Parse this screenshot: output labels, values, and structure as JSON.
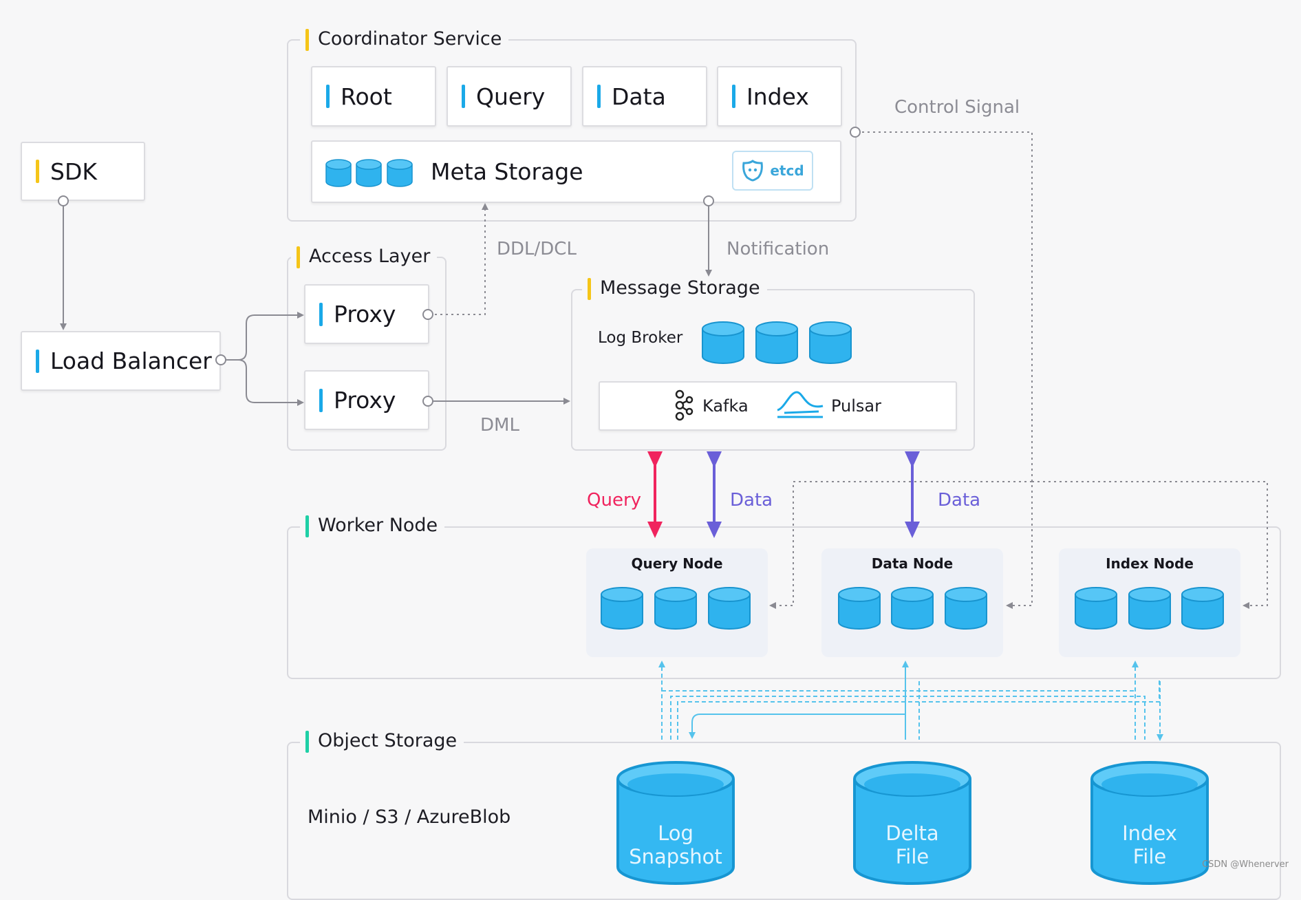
{
  "coordinator": {
    "title": "Coordinator Service",
    "components": [
      "Root",
      "Query",
      "Data",
      "Index"
    ],
    "meta_storage": "Meta Storage",
    "etcd_badge": "etcd"
  },
  "sdk": {
    "label": "SDK"
  },
  "load_balancer": {
    "label": "Load Balancer"
  },
  "access_layer": {
    "title": "Access Layer",
    "proxies": [
      "Proxy",
      "Proxy"
    ]
  },
  "message_storage": {
    "title": "Message Storage",
    "log_broker": "Log Broker",
    "brokers": [
      "Kafka",
      "Pulsar"
    ]
  },
  "edges": {
    "ddl_dcl": "DDL/DCL",
    "notification": "Notification",
    "dml": "DML",
    "control_signal": "Control Signal",
    "query": "Query",
    "data_1": "Data",
    "data_2": "Data"
  },
  "worker_node": {
    "title": "Worker Node",
    "nodes": [
      "Query Node",
      "Data Node",
      "Index Node"
    ]
  },
  "object_storage": {
    "title": "Object Storage",
    "backends": "Minio / S3 / AzureBlob",
    "stores": [
      {
        "line1": "Log",
        "line2": "Snapshot"
      },
      {
        "line1": "Delta",
        "line2": "File"
      },
      {
        "line1": "Index",
        "line2": "File"
      }
    ]
  },
  "watermark": "CSDN @Whenerver",
  "colors": {
    "accent_blue": "#1aa9e8",
    "accent_yellow": "#f5c518",
    "accent_green": "#1fd0a6",
    "query_arrow": "#f0245e",
    "data_arrow": "#6a5fd8",
    "storage_blue": "#34b8f2",
    "dashed_cyan": "#55c3ec"
  },
  "icons": [
    "database-cylinder-icon",
    "etcd-logo-icon",
    "kafka-logo-icon",
    "pulsar-logo-icon"
  ]
}
